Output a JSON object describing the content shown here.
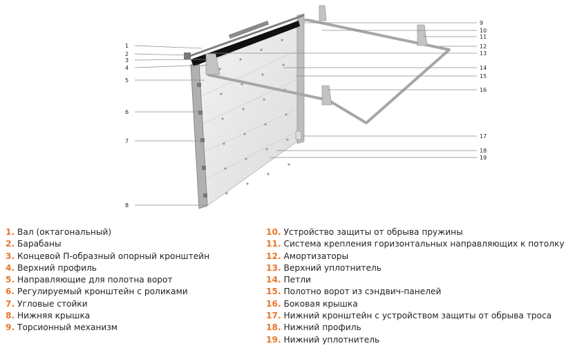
{
  "colors": {
    "accent": "#e8762b",
    "text": "#222222",
    "panel": "#e9e9e9",
    "frame": "#9b9b9b",
    "seal": "#111111"
  },
  "callouts": [
    "1",
    "2",
    "3",
    "4",
    "5",
    "6",
    "7",
    "8",
    "9",
    "10",
    "11",
    "12",
    "13",
    "14",
    "15",
    "16",
    "17",
    "18",
    "19"
  ],
  "legend": {
    "left": [
      {
        "num": "1.",
        "label": "Вал (октагональный)"
      },
      {
        "num": "2.",
        "label": "Барабаны"
      },
      {
        "num": "3.",
        "label": "Концевой П-образный опорный кронштейн"
      },
      {
        "num": "4.",
        "label": "Верхний профиль"
      },
      {
        "num": "5.",
        "label": "Направляющие для полотна ворот"
      },
      {
        "num": "6.",
        "label": "Регулируемый кронштейн с роликами"
      },
      {
        "num": "7.",
        "label": "Угловые стойки"
      },
      {
        "num": "8.",
        "label": "Нижняя крышка"
      },
      {
        "num": "9.",
        "label": "Торсионный механизм"
      }
    ],
    "right": [
      {
        "num": "10.",
        "label": "Устройство защиты от обрыва пружины"
      },
      {
        "num": "11.",
        "label": "Система крепления горизонтальных направляющих к потолку"
      },
      {
        "num": "12.",
        "label": "Амортизаторы"
      },
      {
        "num": "13.",
        "label": "Верхний уплотнитель"
      },
      {
        "num": "14.",
        "label": "Петли"
      },
      {
        "num": "15.",
        "label": "Полотно ворот из сэндвич-панелей"
      },
      {
        "num": "16.",
        "label": "Боковая крышка"
      },
      {
        "num": "17.",
        "label": "Нижний кронштейн с устройством защиты от обрыва троса"
      },
      {
        "num": "18.",
        "label": "Нижний профиль"
      },
      {
        "num": "19.",
        "label": "Нижний уплотнитель"
      }
    ]
  }
}
